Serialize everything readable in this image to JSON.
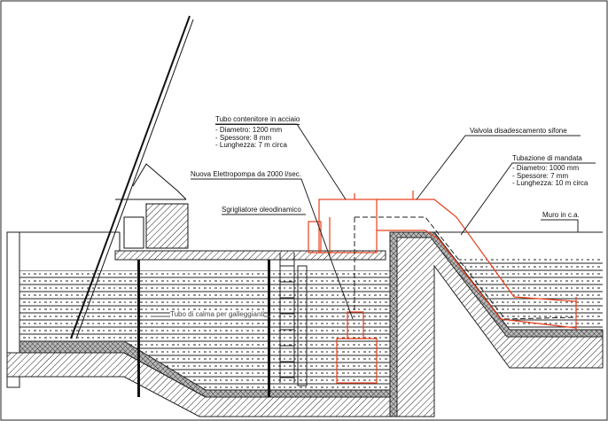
{
  "labels": {
    "tubo_contenitore": {
      "title": "Tubo contenitore in acciaio",
      "specs": [
        "- Diametro: 1200 mm",
        "- Spessore: 8 mm",
        "- Lunghezza: 7 m circa"
      ]
    },
    "elettropompa": "Nuova Elettropompa da 2000 l/sec.",
    "sgrigliatore": "Sgrigliatore oleodinamico",
    "valvola": "Valvola disadescamento sifone",
    "tubazione_mandata": {
      "title": "Tubazione di mandata",
      "specs": [
        "- Diametro: 1000 mm",
        "- Spessore: 7 mm",
        "- Lunghezza: 10 m circa"
      ]
    },
    "muro": "Muro in c.a.",
    "tubo_calma": "Tubo di calma per galleggianti"
  },
  "colors": {
    "line": "#111111",
    "new_work": "#e8401c",
    "background": "#ffffff"
  }
}
